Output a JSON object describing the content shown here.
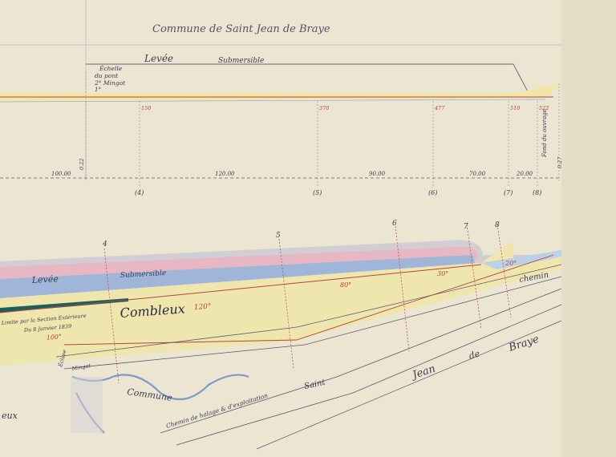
{
  "profile": {
    "commune_title": "Commune de Saint Jean de Braye",
    "levee_label": "Levée",
    "submersible_label": "Submersible",
    "legend_lines": [
      "Échelle",
      "du pont",
      "2° Mingot",
      "1°"
    ],
    "left_edge_value": "0.22",
    "distances": [
      "100.00",
      "120.00",
      "90.00",
      "70.00",
      "20.00"
    ],
    "stations": [
      "(4)",
      "(5)",
      "(6)",
      "(7)",
      "(8)"
    ],
    "station_marks": [
      "150",
      "370",
      "477",
      "510",
      "522"
    ],
    "end_note": "Fond du ouvrage",
    "end_value": "0.27"
  },
  "plan": {
    "levee_label": "Levée",
    "submersible_label": "Submersible",
    "place_name": "Combleux",
    "place_distance": "120°",
    "left_note_line1": "Limite par la Section Extérieure",
    "left_note_line2": "Du 8 Janvier 1839",
    "left_note_value": "100°",
    "distance_80": "80°",
    "distance_30": "30°",
    "distance_20": "20°",
    "chemin_label": "chemin",
    "saint_label": "Saint",
    "jean_label": "Jean",
    "de_label": "de",
    "braye_label": "Braye",
    "commune_label": "Commune",
    "road_label": "Chemin de halage & d'exploitation",
    "mingot_label": "Mingot",
    "ecluse_label": "Écluse",
    "eux_label": "eux",
    "section_numbers": [
      "4",
      "5",
      "6",
      "7",
      "8"
    ]
  },
  "colors": {
    "paper": "#ede6d3",
    "water": "#9db4d6",
    "levee_pink": "#e9b3c2",
    "river_yellow": "#eee4a8",
    "ink": "#3b3a52",
    "red_line": "#b8443e"
  }
}
